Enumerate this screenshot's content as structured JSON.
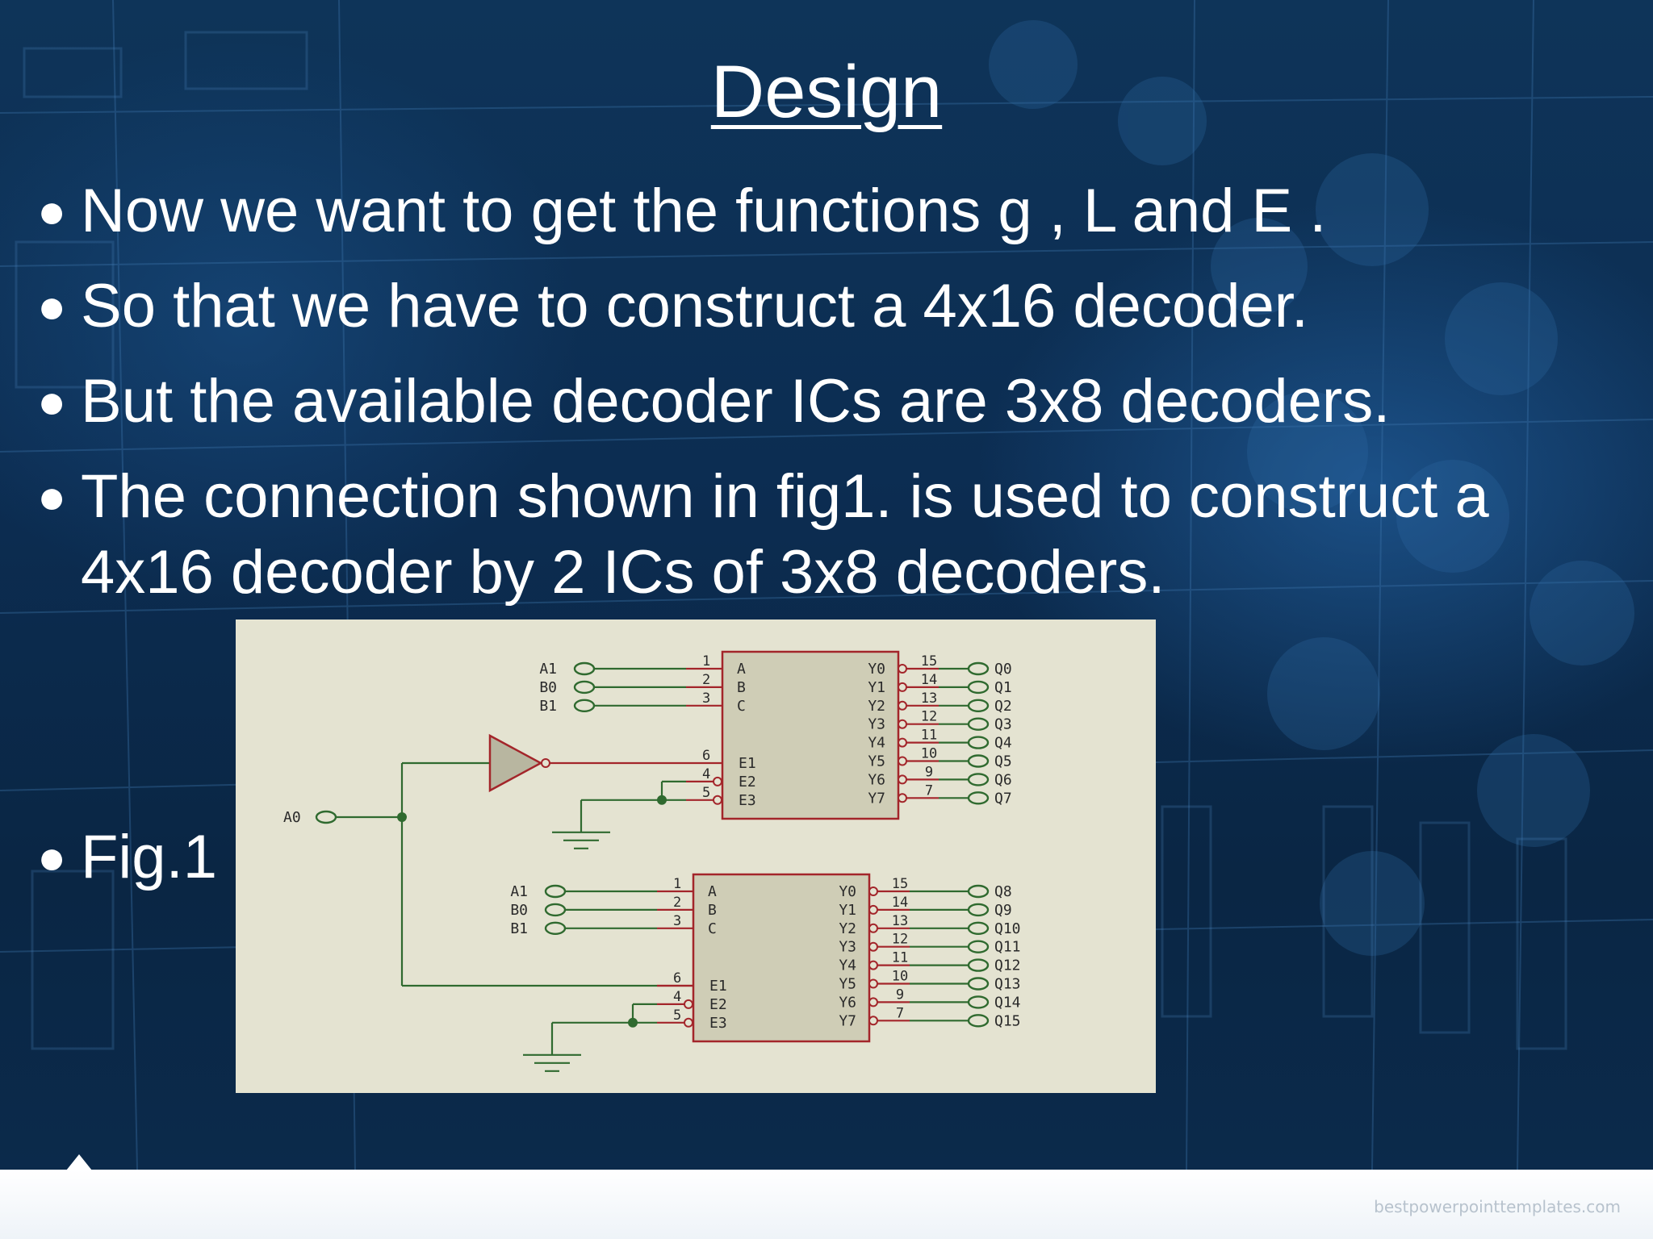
{
  "title": "Design",
  "bullets": [
    "Now we want to get the functions g , L and E .",
    "So that we have to construct a 4x16 decoder.",
    "But the available decoder ICs are 3x8 decoders.",
    "The connection shown in fig1. is used to construct a 4x16 decoder by 2 ICs of 3x8 decoders.",
    "Fig.1"
  ],
  "watermark": "bestpowerpointtemplates.com",
  "circuit": {
    "common_input": "A0",
    "decoders": [
      {
        "inputs": [
          "A1",
          "B0",
          "B1"
        ],
        "input_pins": [
          "1",
          "2",
          "3"
        ],
        "select_pins": [
          "A",
          "B",
          "C"
        ],
        "enable_pins": [
          "E1",
          "E2",
          "E3"
        ],
        "enable_pin_numbers": [
          "6",
          "4",
          "5"
        ],
        "output_pins": [
          "Y0",
          "Y1",
          "Y2",
          "Y3",
          "Y4",
          "Y5",
          "Y6",
          "Y7"
        ],
        "output_pin_numbers": [
          "15",
          "14",
          "13",
          "12",
          "11",
          "10",
          "9",
          "7"
        ],
        "outputs": [
          "Q0",
          "Q1",
          "Q2",
          "Q3",
          "Q4",
          "Q5",
          "Q6",
          "Q7"
        ]
      },
      {
        "inputs": [
          "A1",
          "B0",
          "B1"
        ],
        "input_pins": [
          "1",
          "2",
          "3"
        ],
        "select_pins": [
          "A",
          "B",
          "C"
        ],
        "enable_pins": [
          "E1",
          "E2",
          "E3"
        ],
        "enable_pin_numbers": [
          "6",
          "4",
          "5"
        ],
        "output_pins": [
          "Y0",
          "Y1",
          "Y2",
          "Y3",
          "Y4",
          "Y5",
          "Y6",
          "Y7"
        ],
        "output_pin_numbers": [
          "15",
          "14",
          "13",
          "12",
          "11",
          "10",
          "9",
          "7"
        ],
        "outputs": [
          "Q8",
          "Q9",
          "Q10",
          "Q11",
          "Q12",
          "Q13",
          "Q14",
          "Q15"
        ]
      }
    ]
  }
}
